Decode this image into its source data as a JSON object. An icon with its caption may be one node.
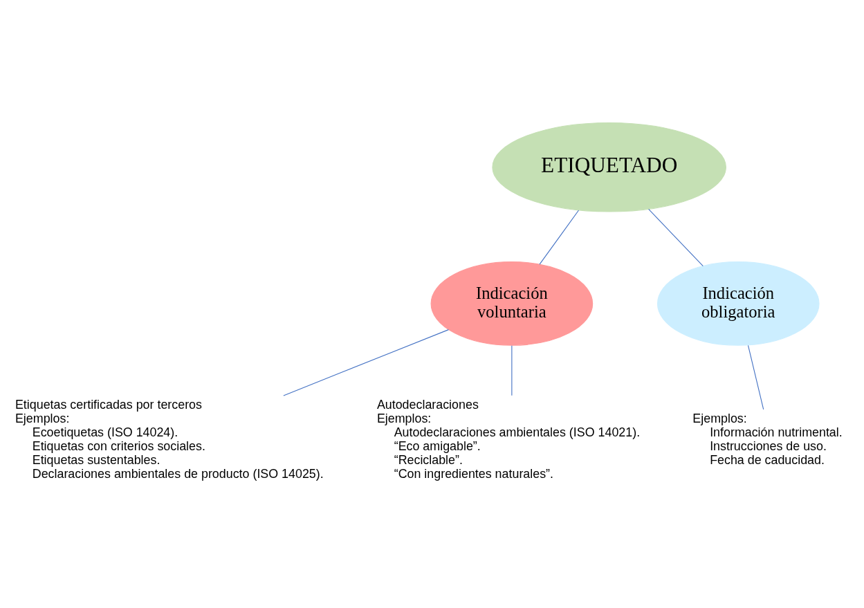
{
  "diagram": {
    "nodes": [
      {
        "text": [
          "ETIQUETADO"
        ]
      },
      {
        "text": [
          "Indicación voluntaria"
        ]
      },
      {
        "text": [
          "Indicación obligatoria"
        ]
      },
      {
        "text": [
          "Etiquetas certificadas por terceros",
          "Ejemplos:",
          "Ecoetiquetas (ISO 14024).",
          "Etiquetas con criterios sociales.",
          "Etiquetas sustentables.",
          "Declaraciones ambientales de producto (ISO 14025)."
        ]
      },
      {
        "text": [
          "Autodeclaraciones",
          "Ejemplos:",
          "Autodeclaraciones ambientales (ISO 14021).",
          "“Eco amigable”.",
          "“Reciclable”.",
          "“Con ingredientes naturales”."
        ]
      },
      {
        "text": [
          "Ejemplos:",
          "Información nutrimental.",
          "Instrucciones de uso.",
          "Fecha de caducidad."
        ]
      }
    ],
    "edges": [
      {
        "from": 0,
        "to": 1,
        "arrow": "none"
      },
      {
        "from": 0,
        "to": 2,
        "arrow": "none"
      },
      {
        "from": 1,
        "to": 3,
        "arrow": "none"
      },
      {
        "from": 1,
        "to": 4,
        "arrow": "none"
      },
      {
        "from": 2,
        "to": 5,
        "arrow": "none"
      }
    ]
  }
}
